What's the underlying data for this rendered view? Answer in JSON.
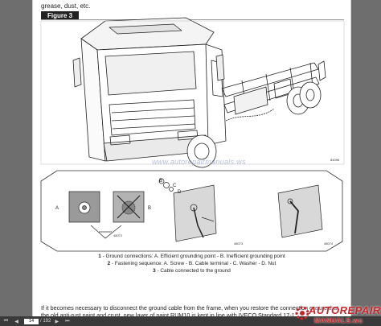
{
  "document": {
    "top_text": "grease, dust, etc.",
    "figure_label": "Figure 3",
    "ref_codes": [
      "84096",
      "48072",
      "48073",
      "48074"
    ],
    "inset_letters": {
      "a": "A",
      "b": "B",
      "c": "C",
      "d": "D"
    },
    "captions": [
      {
        "num": "1",
        "text": "- Ground connections: A. Efficient grounding point - B. Inefficient grounding point"
      },
      {
        "num": "2",
        "text": "- Fastening sequence: A. Screw - B. Cable terminal - C. Washer - D. Nut"
      },
      {
        "num": "3",
        "text": "- Cable connected to the ground"
      }
    ],
    "body_text": "If it becomes necessary to disconnect the ground cable from the frame, when you restore the connection ensure that",
    "body_text_2": "the old anti-rust paint and crust, new layer of paint RUM10 is kept in line with IVECO Standard 17-1"
  },
  "watermark": "www.autorepairmanuals.ws",
  "toolbar": {
    "current_page": "14",
    "total_pages": "/ 192"
  },
  "brand": {
    "name": "AUTOREPAIR",
    "sub": "MANUALS.ws",
    "color": "#c9242a"
  }
}
